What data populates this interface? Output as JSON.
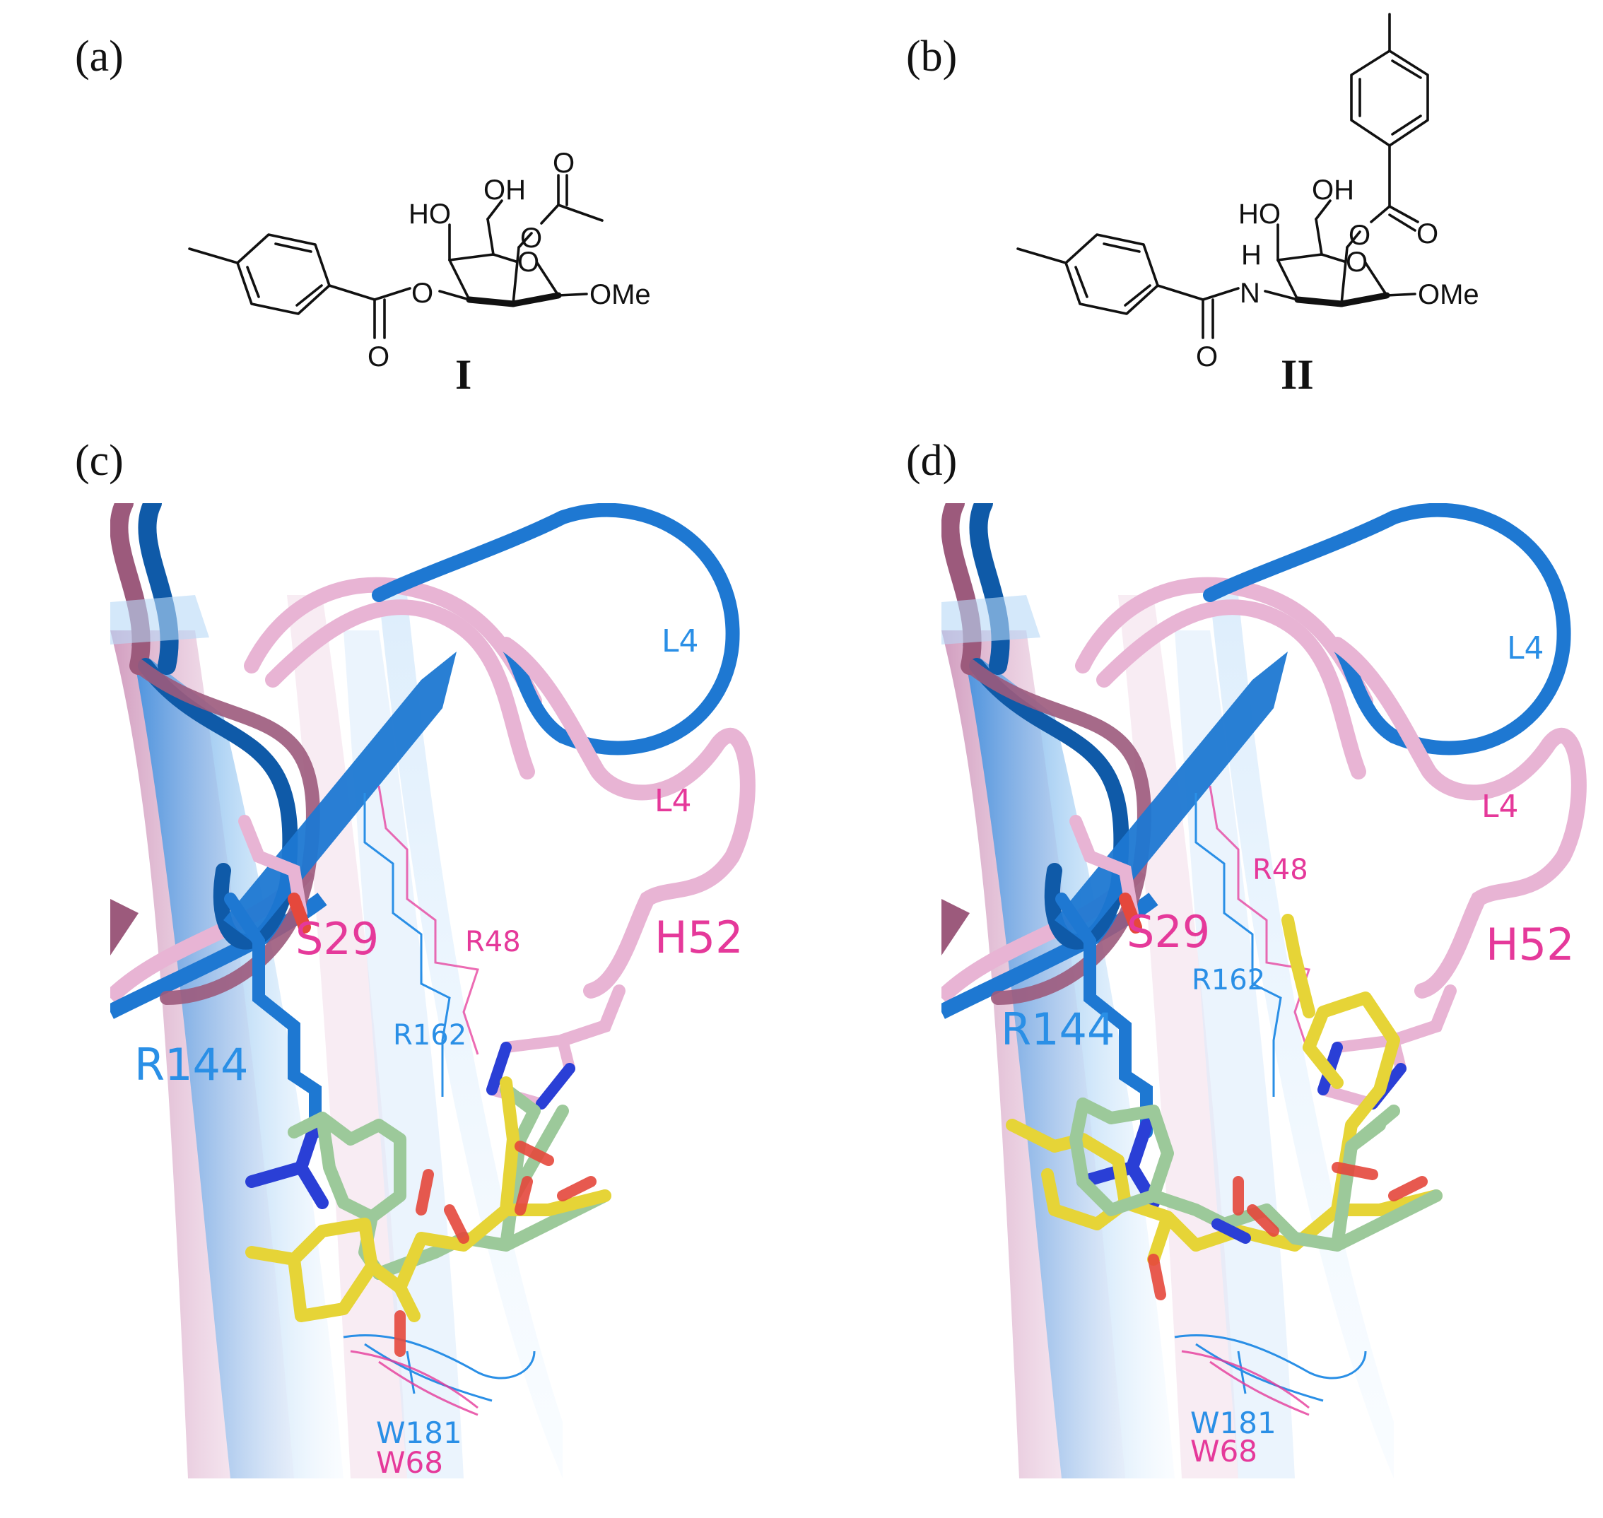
{
  "panels": {
    "a": "(a)",
    "b": "(b)",
    "c": "(c)",
    "d": "(d)"
  },
  "compounds": {
    "I": {
      "name": "I",
      "atoms": {
        "ho": "HO",
        "oh": "OH",
        "o_ring": "O",
        "o_ester": "O",
        "o_carbonyl": "O",
        "o_acetyl": "O",
        "o_acetyl_carbonyl": "O",
        "ome": "OMe"
      }
    },
    "II": {
      "name": "II",
      "atoms": {
        "ho": "HO",
        "oh": "OH",
        "o_ring": "O",
        "h": "H",
        "n": "N",
        "o_amide": "O",
        "o_ester": "O",
        "o_ester_carbonyl": "O",
        "ome": "OMe"
      }
    }
  },
  "structure_c": {
    "labels": {
      "l4_blue": "L4",
      "l4_pink": "L4",
      "s29": "S29",
      "h52": "H52",
      "r48": "R48",
      "r144": "R144",
      "r162": "R162",
      "w181": "W181",
      "w68": "W68"
    }
  },
  "structure_d": {
    "labels": {
      "l4_blue": "L4",
      "l4_pink": "L4",
      "s29": "S29",
      "h52": "H52",
      "r48": "R48",
      "r144": "R144",
      "r162": "R162",
      "w181": "W181",
      "w68": "W68"
    }
  },
  "colors": {
    "blue_chain": "#1e78d2",
    "dark_blue_chain": "#0f5aa8",
    "pink_chain": "#e8b4d4",
    "mauve_chain": "#9c5a7c",
    "blue_label": "#2a8fe6",
    "pink_label": "#e5399a",
    "ligand_yellow": "#e6d437",
    "ligand_green": "#9cc99a",
    "oxygen_red": "#e5483c",
    "nitrogen_blue": "#2a3fd6"
  }
}
